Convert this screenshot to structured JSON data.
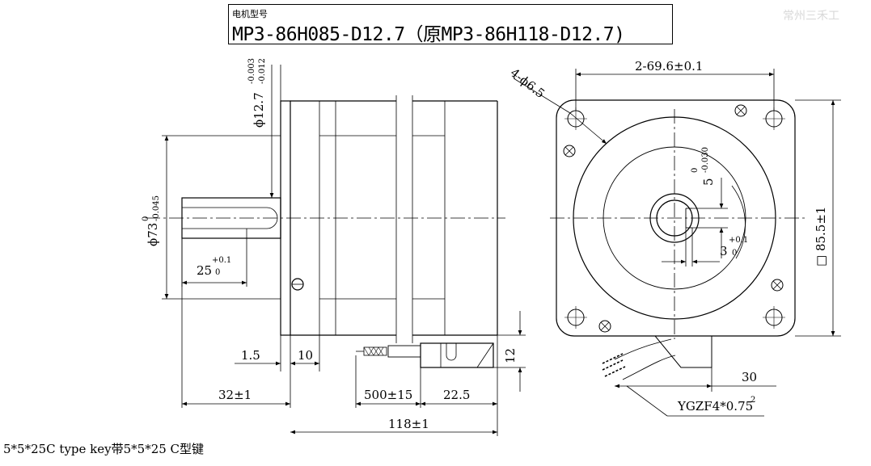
{
  "header": {
    "model_label": "电机型号",
    "model_title": "MP3-86H085-D12.7（原MP3-86H118-D12.7)"
  },
  "watermark": "常州三禾工",
  "footnote": "5*5*25C type key带5*5*25 C型键",
  "dimensions": {
    "shaft_dia": "ϕ12.7",
    "shaft_dia_tol_upper": "-0.003",
    "shaft_dia_tol_lower": "-0.012",
    "pilot_dia": "ϕ73",
    "pilot_tol_upper": "0",
    "pilot_tol_lower": "-0.045",
    "key_length": "25",
    "key_length_tol_upper": "+0.1",
    "key_length_tol_lower": "0",
    "flange_gap": "1.5",
    "flange_thickness": "10",
    "shaft_length": "32±1",
    "lead_length": "500±15",
    "connector_offset": "22.5",
    "body_length": "118±1",
    "connector_height": "12",
    "mount_holes": "4-ϕ6.5",
    "hole_spacing": "2-69.6±0.1",
    "key_width": "5",
    "key_width_tol_upper": "0",
    "key_width_tol_lower": "-0.030",
    "key_depth": "3",
    "key_depth_tol_upper": "+0.1",
    "key_depth_tol_lower": "0",
    "frame_size": "□ 85.5±1",
    "cable_offset": "30",
    "cable_spec": "YGZF4*0.75",
    "cable_spec_sup": "2"
  }
}
